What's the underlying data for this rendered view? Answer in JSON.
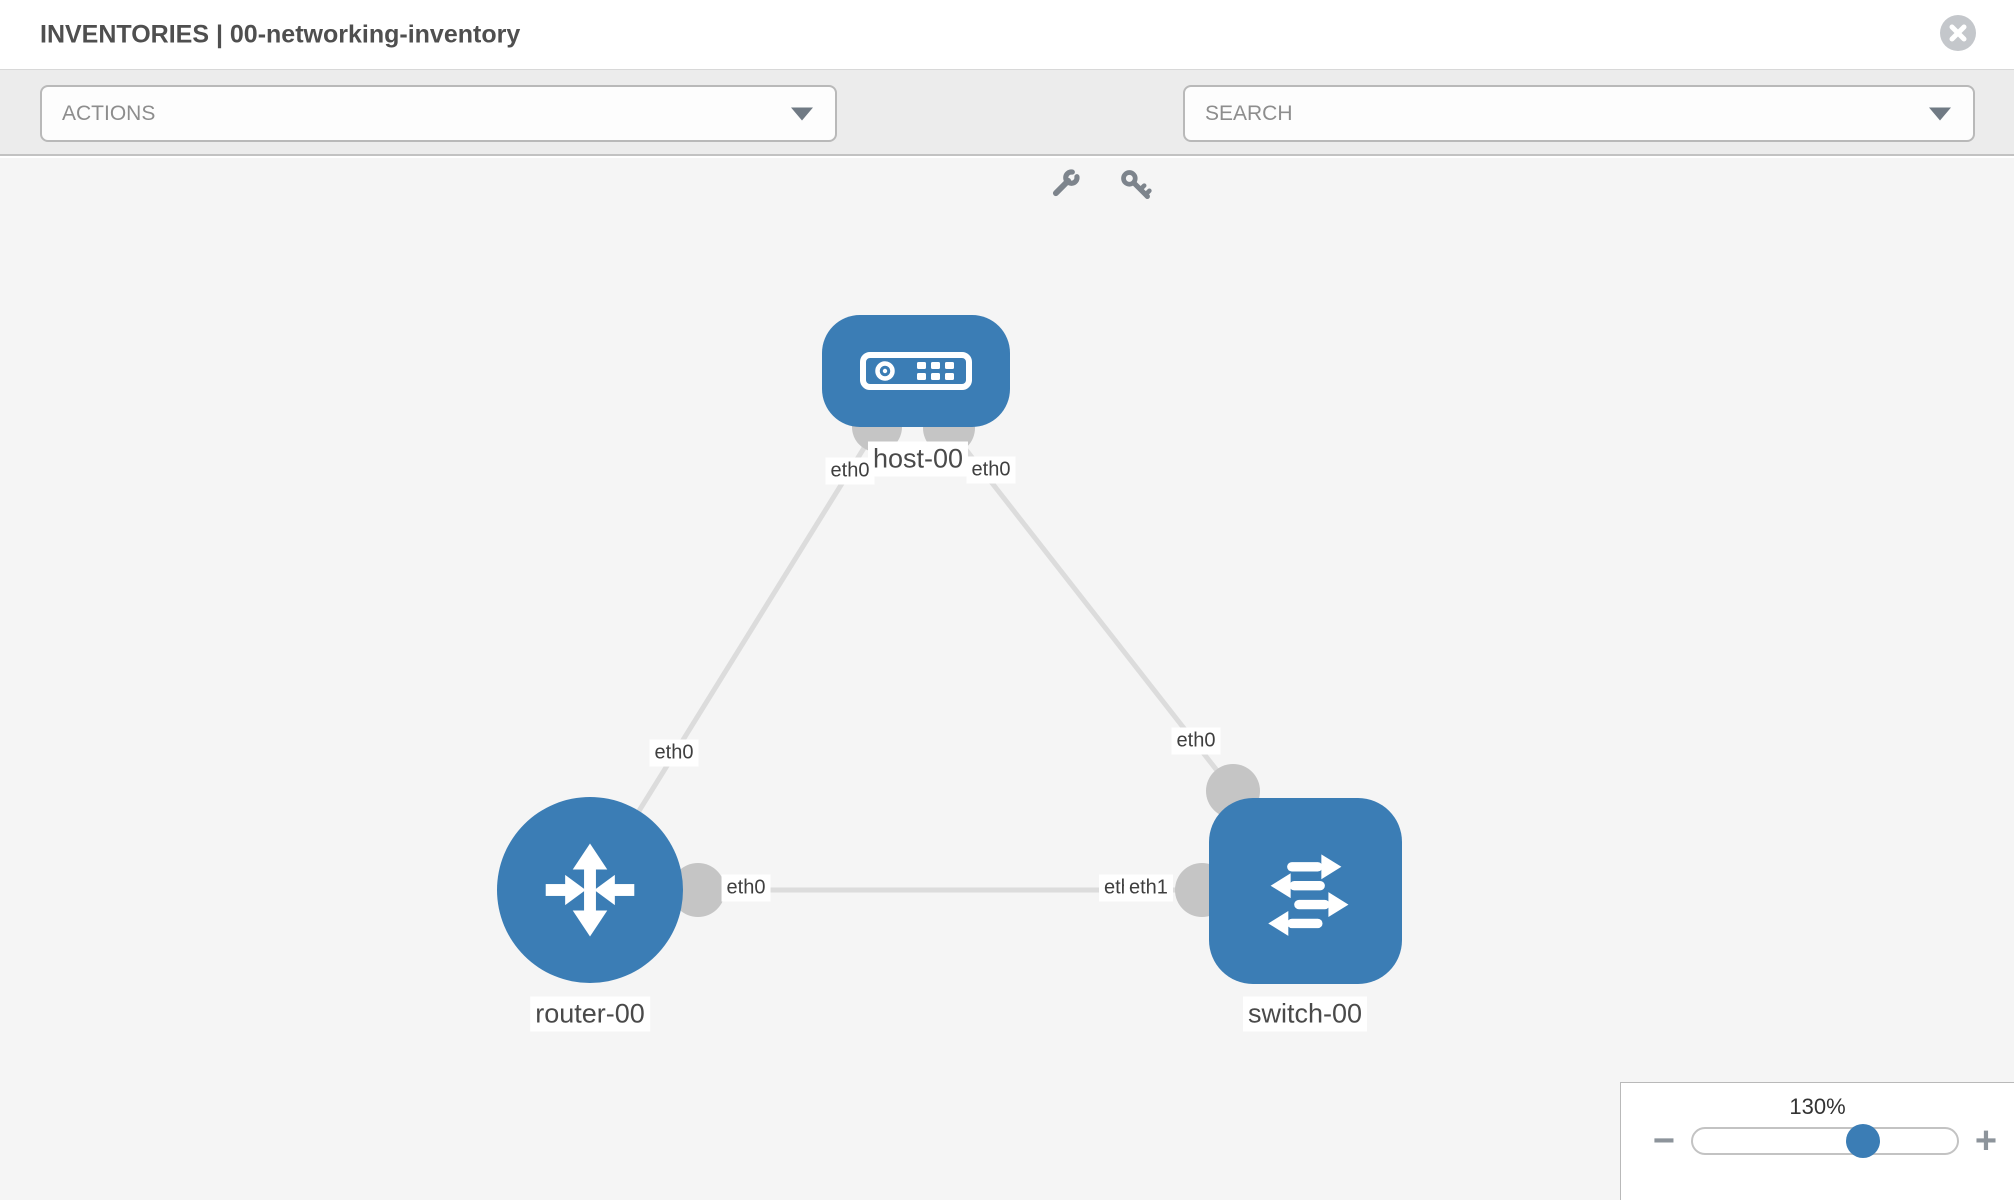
{
  "header": {
    "title": "INVENTORIES | 00-networking-inventory"
  },
  "toolbar": {
    "actions_label": "ACTIONS",
    "search_label": "SEARCH"
  },
  "topology": {
    "nodes": [
      {
        "name": "host-00",
        "type": "host"
      },
      {
        "name": "router-00",
        "type": "router"
      },
      {
        "name": "switch-00",
        "type": "switch"
      }
    ],
    "links": [
      {
        "from": "host-00",
        "from_if": "eth0",
        "to": "router-00",
        "to_if": "eth0"
      },
      {
        "from": "host-00",
        "from_if": "eth0",
        "to": "switch-00",
        "to_if": "eth0"
      },
      {
        "from": "router-00",
        "from_if": "eth0",
        "to": "switch-00",
        "to_if": "eth1",
        "to_if_behind": "eth0"
      }
    ]
  },
  "zoom_control": {
    "level": "130%",
    "minus_label": "−",
    "plus_label": "+"
  },
  "colors": {
    "node_fill": "#3b7db5",
    "link_line": "#dcdcdc",
    "interface_port": "#c5c5c5",
    "toolbar_bg": "#ececec",
    "canvas_bg": "#f5f5f5"
  }
}
